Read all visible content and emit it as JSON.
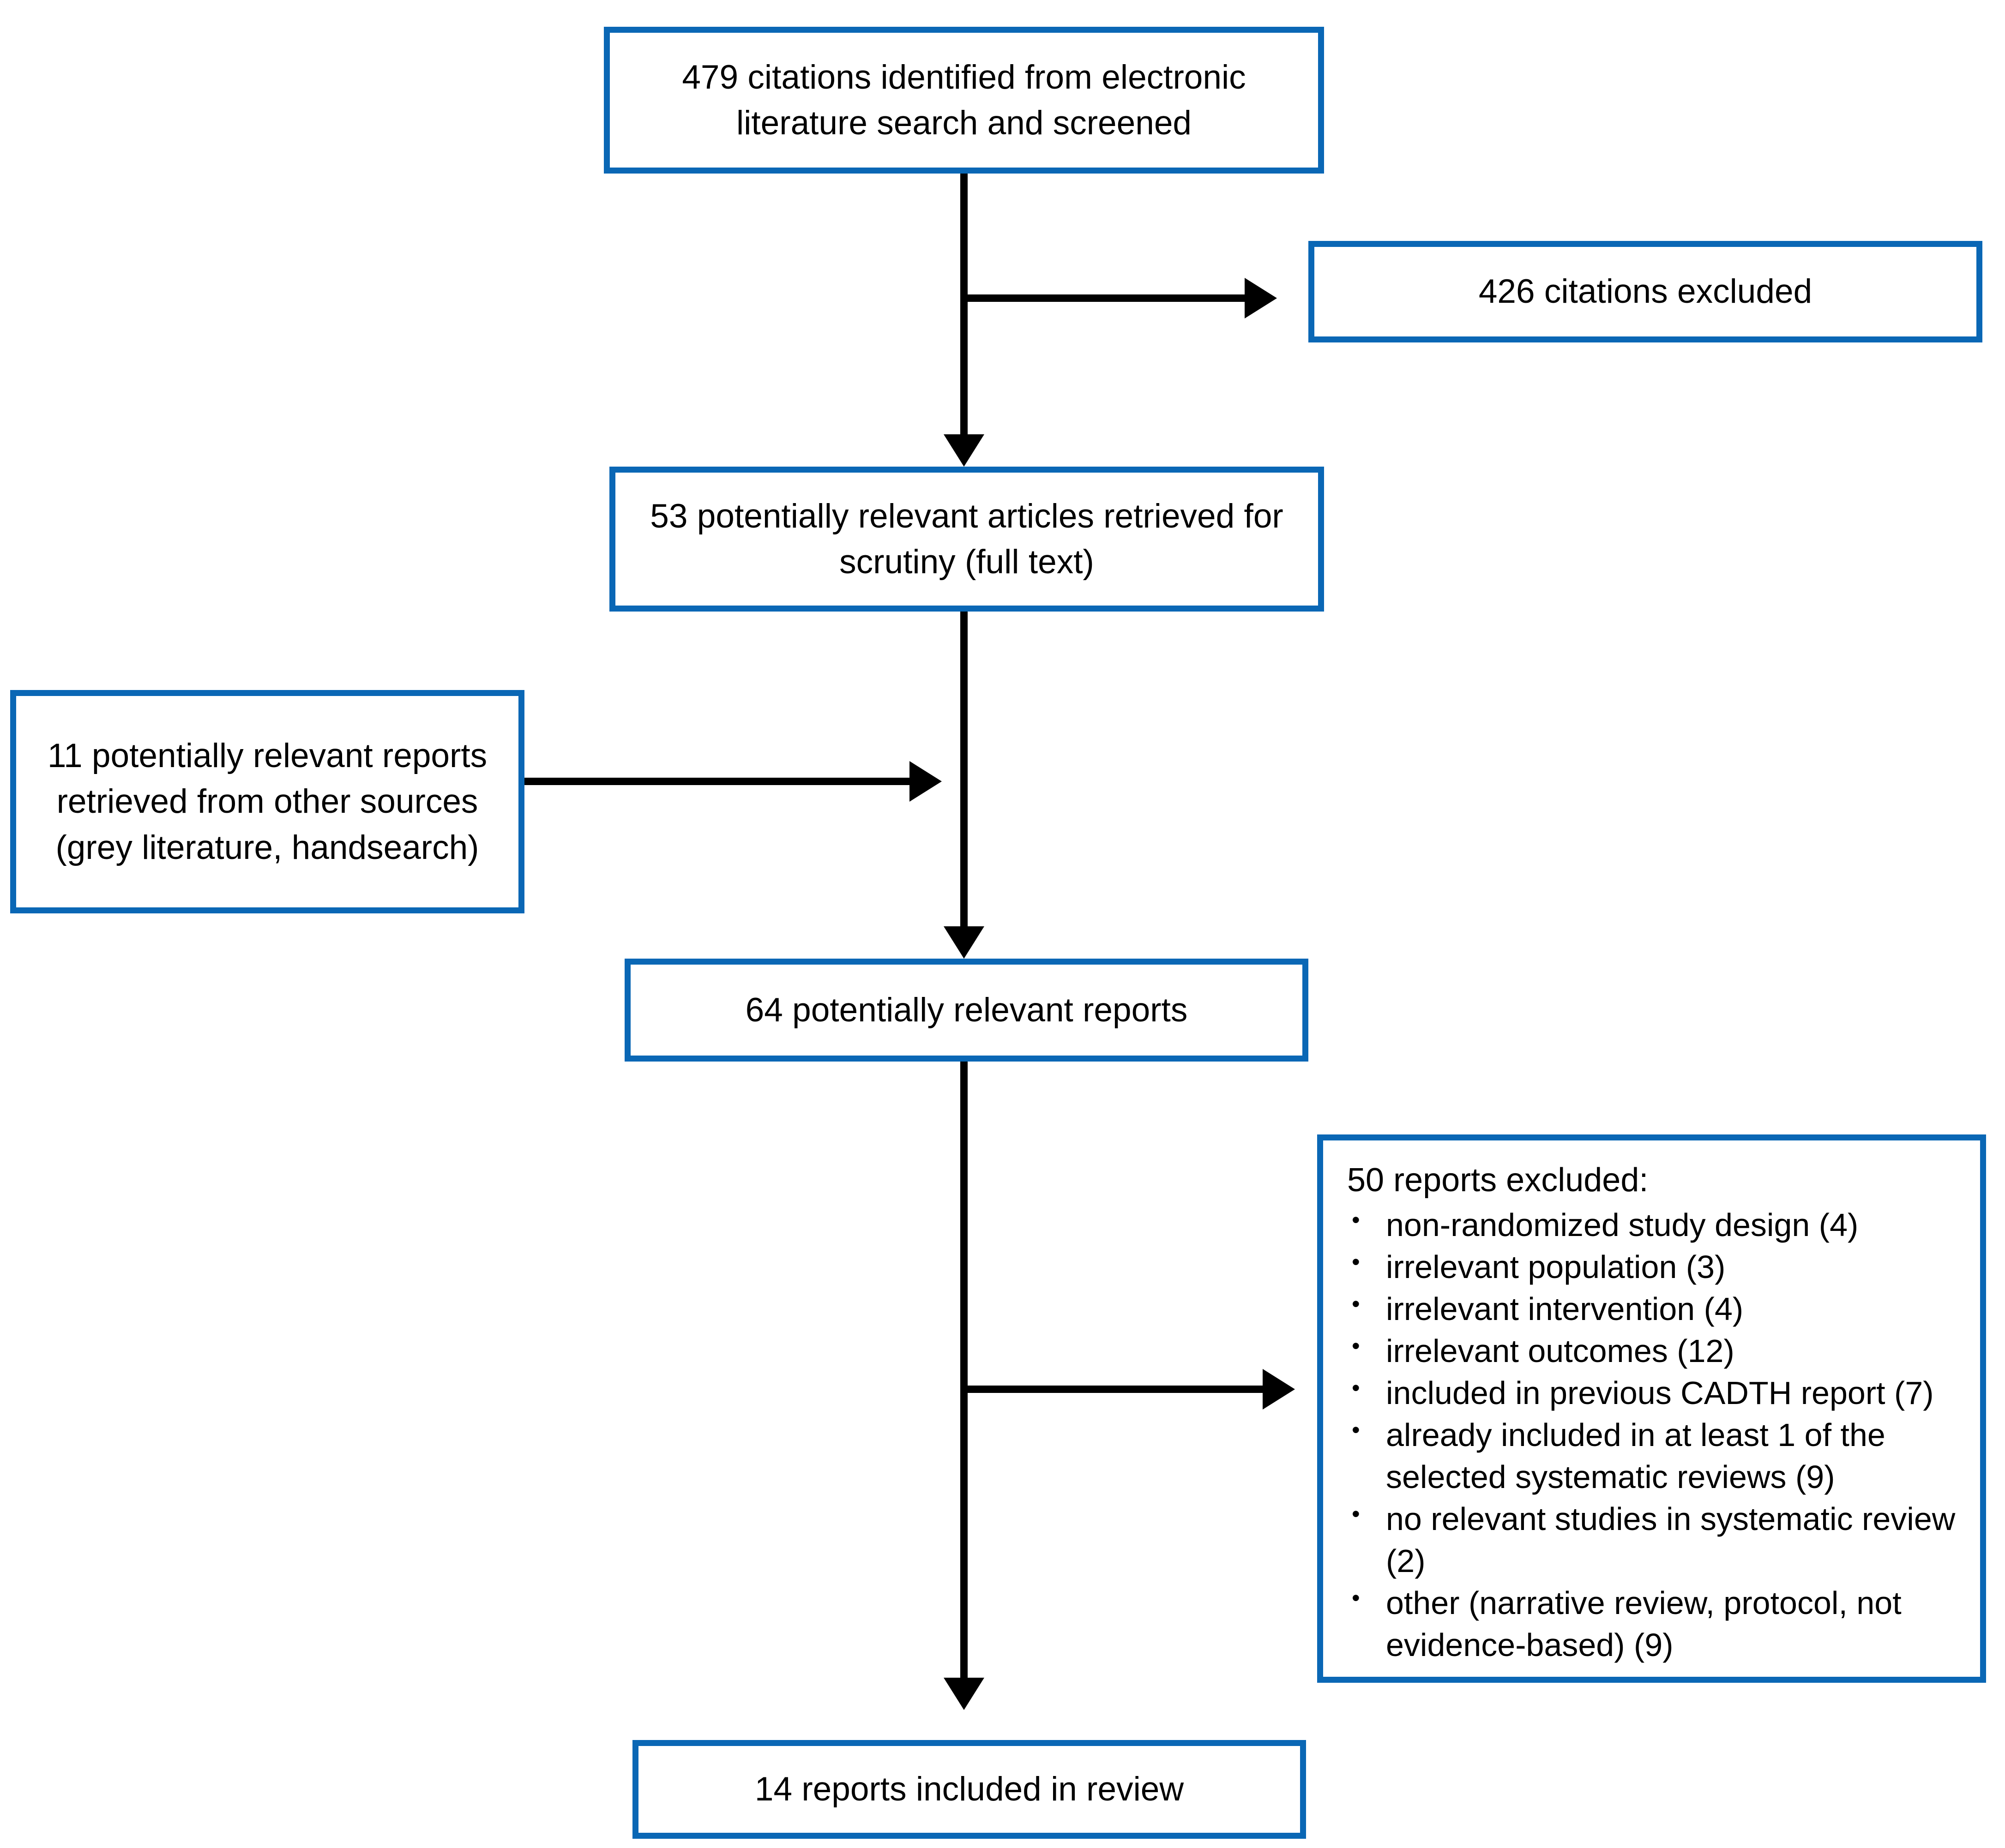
{
  "diagram": {
    "type": "prisma-flow-diagram",
    "boxes": {
      "identified": "479 citations identified from electronic literature search and screened",
      "excluded_citations": "426 citations excluded",
      "retrieved": "53 potentially relevant articles retrieved for scrutiny (full text)",
      "other_sources": "11 potentially relevant reports retrieved from other sources (grey literature, handsearch)",
      "combined": "64 potentially relevant reports",
      "excluded_reports": {
        "heading": "50 reports excluded:",
        "items": [
          "non-randomized study design (4)",
          "irrelevant population (3)",
          "irrelevant intervention (4)",
          "irrelevant outcomes (12)",
          "included in previous CADTH report (7)",
          "already included in at least 1 of the selected systematic reviews (9)",
          "no relevant studies in systematic review (2)",
          "other (narrative review, protocol, not evidence-based) (9)"
        ],
        "bullet_glyph": "•"
      },
      "included": "14 reports included in review"
    },
    "counts": {
      "citations_identified": 479,
      "citations_excluded": 426,
      "articles_retrieved": 53,
      "other_source_reports": 11,
      "combined_reports": 64,
      "reports_excluded": 50,
      "reports_included": 14
    },
    "colors": {
      "box_border": "#0a67b5",
      "arrow": "#000000",
      "text": "#000000",
      "background": "#ffffff"
    }
  }
}
